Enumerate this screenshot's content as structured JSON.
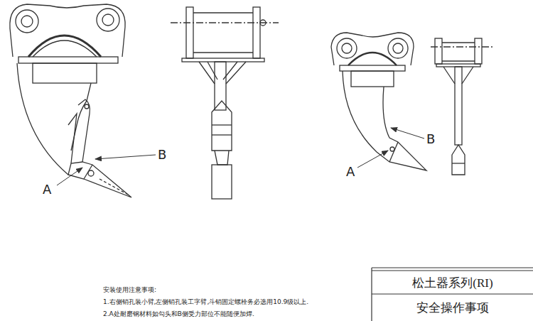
{
  "diagram": {
    "nodes": [
      {
        "text": [
          "松土器系列(RI)"
        ]
      },
      {
        "text": [
          "安全操作事项"
        ]
      }
    ],
    "labels": [
      "A",
      "B",
      "B",
      "A",
      "安装使用注意事项:",
      "1.右侧销孔装小臂,左侧销孔装工字臂,斗销固定螺栓务必选用10.9级以上.",
      "2.A处耐磨钢材料如勾头和B侧受力部位不能随便加焊."
    ]
  }
}
